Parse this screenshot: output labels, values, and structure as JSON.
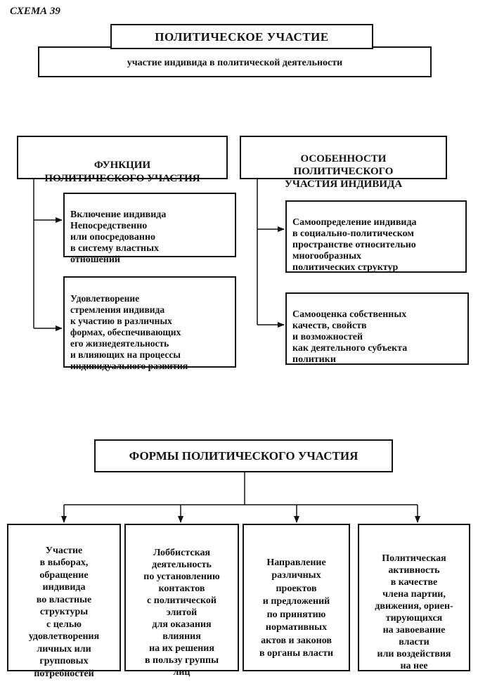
{
  "scheme_label": "СХЕМА 39",
  "top": {
    "title": "ПОЛИТИЧЕСКОЕ УЧАСТИЕ",
    "definition": "участие индивида в политической деятельности"
  },
  "functions": {
    "title": "ФУНКЦИИ\nПОЛИТИЧЕСКОГО УЧАСТИЯ",
    "items": [
      "Включение индивида\nНепосредственно\nили опосредованно\nв систему властных\nотношений",
      "Удовлетворение\nстремления индивида\nк участию в различных\nформах, обеспечивающих\nего жизнедеятельность\nи влияющих на процессы\nиндивидуального развития"
    ]
  },
  "features": {
    "title": "ОСОБЕННОСТИ\nПОЛИТИЧЕСКОГО\nУЧАСТИЯ ИНДИВИДА",
    "items": [
      "Самоопределение индивида\nв социально-политическом\nпространстве относительно\nмногообразных\nполитических структур",
      "Самооценка собственных\nкачеств, свойств\nи возможностей\nкак деятельного субъекта\nполитики"
    ]
  },
  "forms": {
    "title": "ФОРМЫ ПОЛИТИЧЕСКОГО УЧАСТИЯ",
    "items": [
      "Участие\nв выборах,\nобращение\nиндивида\nво властные\nструктуры\nс целью\nудовлетворения\nличных или\nгрупповых\nпотребностей",
      "Лоббистская\nдеятельность\nпо установлению\nконтактов\nс политической\nэлитой\nдля оказания\nвлияния\nна их решения\nв пользу группы\nлиц",
      "Направление\nразличных\nпроектов\nи предложений\nпо принятию\nнормативных\nактов и законов\nв органы власти",
      "Политическая\nактивность\nв качестве\nчлена партии,\nдвижения, ориен-\nтирующихся\nна завоевание\nвласти\nили воздействия\nна нее"
    ]
  }
}
